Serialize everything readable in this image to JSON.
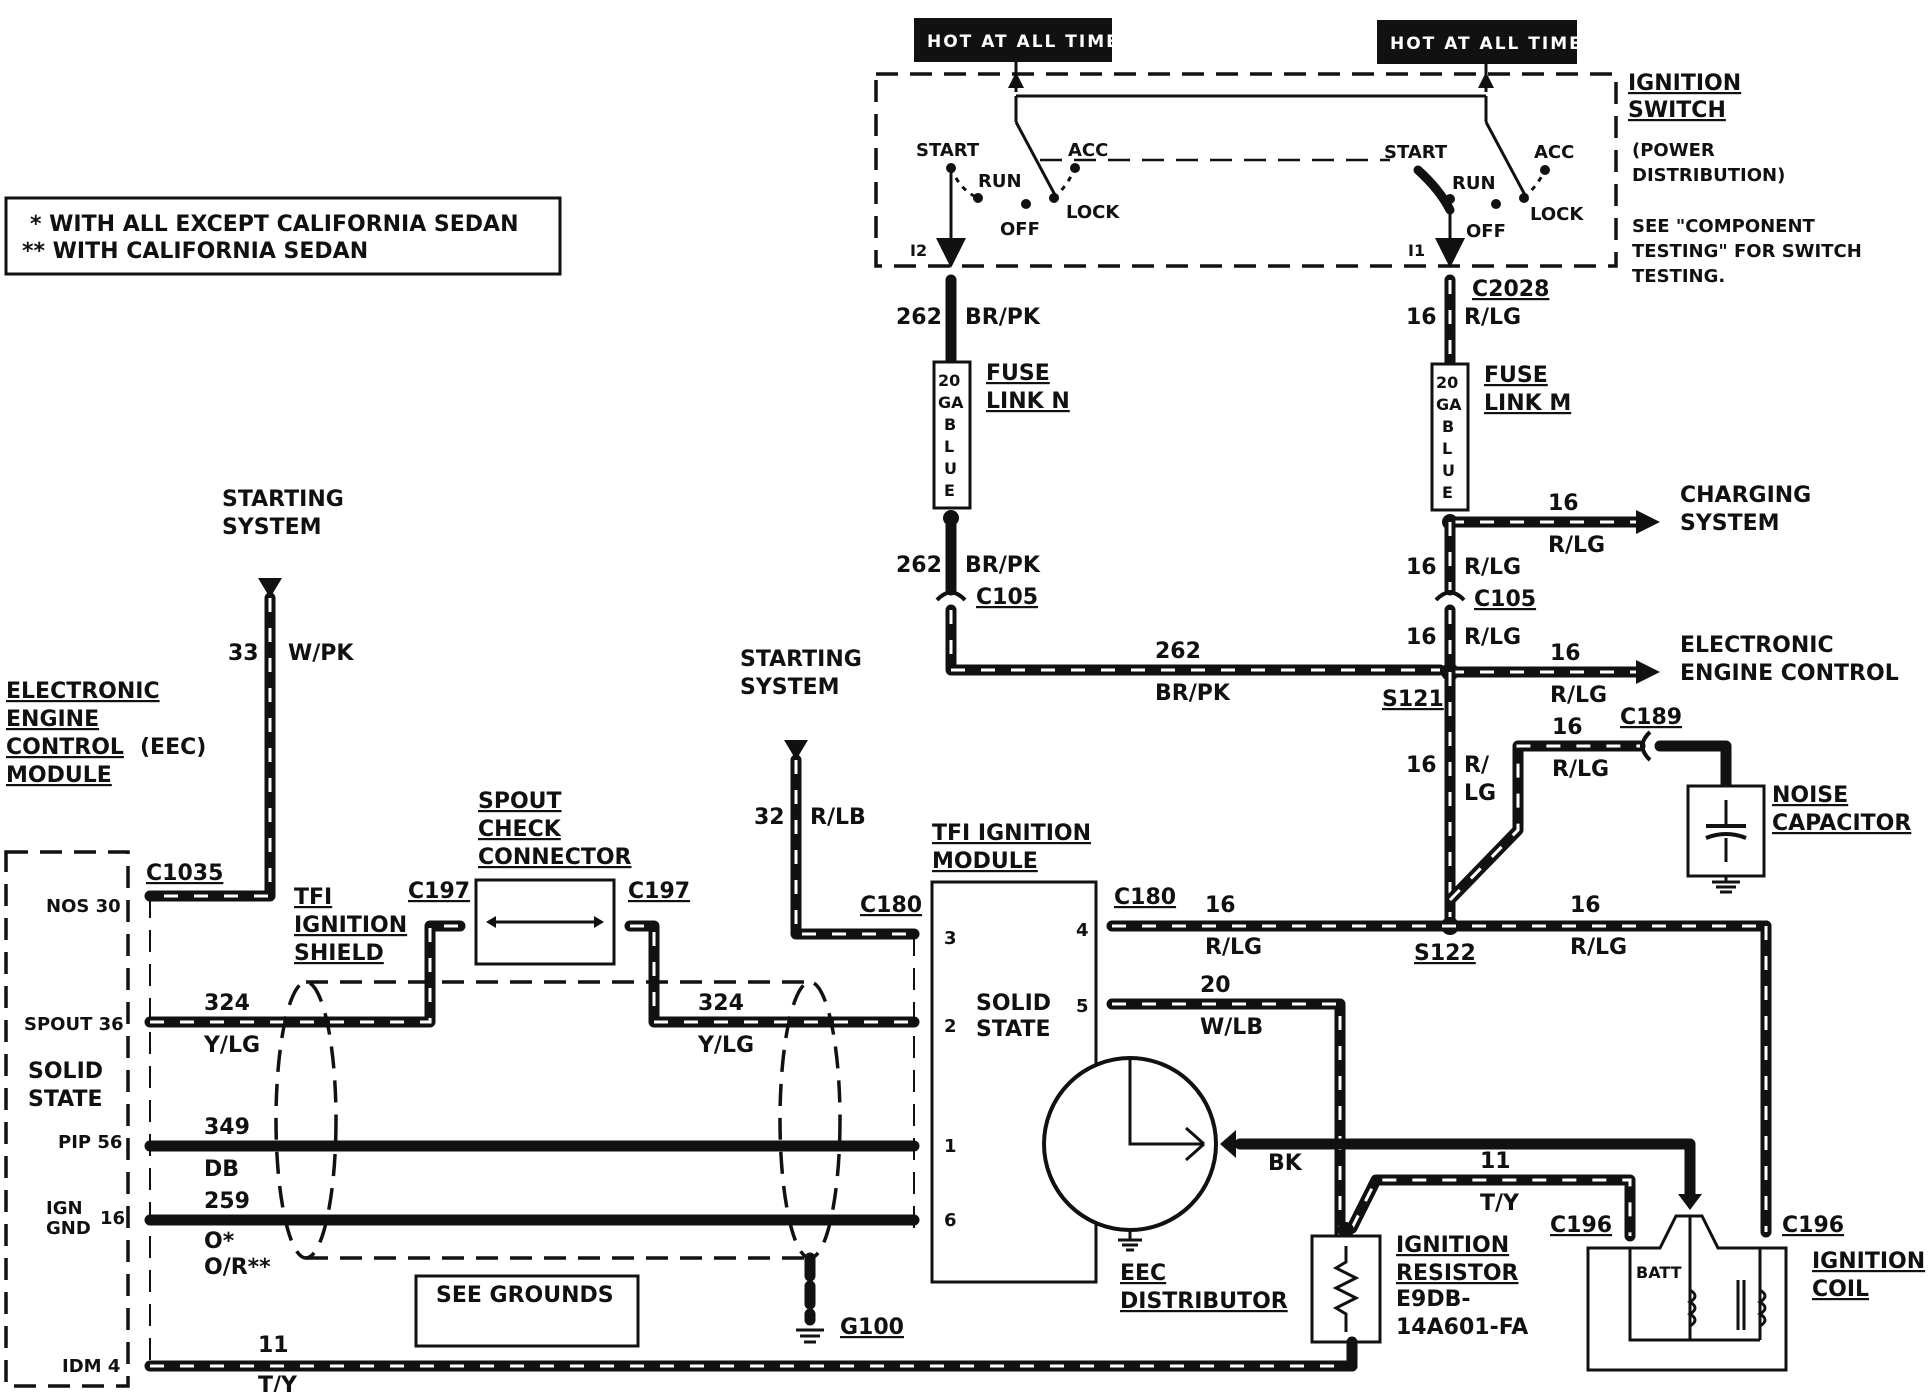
{
  "legend": {
    "line1": "* WITH ALL EXCEPT CALIFORNIA SEDAN",
    "line2": "** WITH CALIFORNIA SEDAN"
  },
  "ignition_switch": {
    "hot_left": "HOT AT ALL TIMES",
    "hot_right": "HOT AT ALL TIMES",
    "title1": "IGNITION",
    "title2": "SWITCH",
    "note1": "(POWER",
    "note2": "DISTRIBUTION)",
    "see1": "SEE \"COMPONENT",
    "see2": "TESTING\" FOR SWITCH",
    "see3": "TESTING.",
    "start": "START",
    "run": "RUN",
    "acc": "ACC",
    "off": "OFF",
    "lock": "LOCK",
    "i2": "I2",
    "i1": "I1"
  },
  "fuse_n": {
    "text": "20 GA BLUE",
    "title1": "FUSE",
    "title2": "LINK N"
  },
  "fuse_m": {
    "text": "20 GA BLUE",
    "title1": "FUSE",
    "title2": "LINK M"
  },
  "wires": {
    "w262": "262",
    "brpk": "BR/PK",
    "w16": "16",
    "rlg": "R/LG",
    "w33": "33",
    "wpk": "W/PK",
    "w32": "32",
    "rlb": "R/LB",
    "w324": "324",
    "ylg": "Y/LG",
    "w349": "349",
    "db": "DB",
    "w259": "259",
    "o": "O*",
    "or": "O/R**",
    "w11": "11",
    "ty": "T/Y",
    "w20": "20",
    "wlb": "W/LB",
    "bk": "BK",
    "r_": "R/",
    "lg": "LG"
  },
  "connectors": {
    "c2028": "C2028",
    "c105": "C105",
    "s121": "S121",
    "s122": "S122",
    "c189": "C189",
    "c1035": "C1035",
    "c197": "C197",
    "c180": "C180",
    "c196": "C196",
    "g100": "G100"
  },
  "labels": {
    "charging1": "CHARGING",
    "charging2": "SYSTEM",
    "eec1": "ELECTRONIC",
    "eec2": "ENGINE CONTROL",
    "starting1": "STARTING",
    "starting2": "SYSTEM",
    "eecmod1": "ELECTRONIC",
    "eecmod2": "ENGINE",
    "eecmod3": "CONTROL",
    "eecmod4": "(EEC)",
    "eecmod5": "MODULE",
    "noise1": "NOISE",
    "noise2": "CAPACITOR",
    "spout1": "SPOUT",
    "spout2": "CHECK",
    "spout3": "CONNECTOR",
    "tfishield1": "TFI",
    "tfishield2": "IGNITION",
    "tfishield3": "SHIELD",
    "tfimod1": "TFI IGNITION",
    "tfimod2": "MODULE",
    "solid1": "SOLID",
    "solid2": "STATE",
    "nos": "NOS 30",
    "spoutpin": "SPOUT 36",
    "pip": "PIP 56",
    "ign": "IGN",
    "gnd": "GND",
    "ignpin": "16",
    "idm": "IDM 4",
    "see_grounds": "SEE GROUNDS",
    "eecdist1": "EEC",
    "eecdist2": "DISTRIBUTOR",
    "resistor1": "IGNITION",
    "resistor2": "RESISTOR",
    "resistor3": "E9DB-",
    "resistor4": "14A601-FA",
    "coil1": "IGNITION",
    "coil2": "COIL",
    "batt": "BATT",
    "pin3": "3",
    "pin4": "4",
    "pin5": "5",
    "pin2": "2",
    "pin1": "1",
    "pin6": "6"
  }
}
